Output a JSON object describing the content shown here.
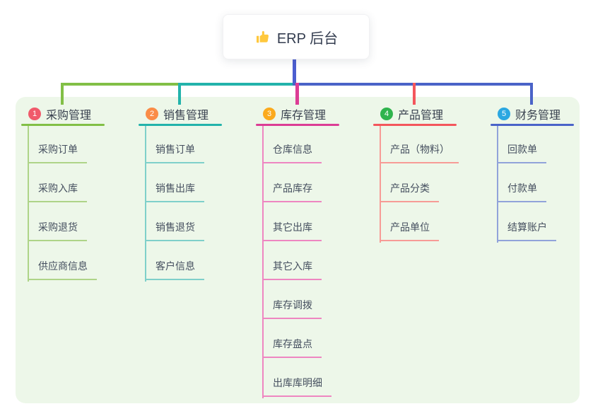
{
  "root": {
    "label": "ERP 后台",
    "icon": "thumbs-up-icon",
    "icon_color": "#ffc83d",
    "stem_color": "#4c5ed0"
  },
  "panel": {
    "background": "#edf7e9"
  },
  "connector": {
    "left_segment_note": "horizontal segments colored by nearest branch",
    "right_segment_color": "#4a63c8"
  },
  "branches": [
    {
      "index": "1",
      "label": "采购管理",
      "badge_color": "#f05a6b",
      "line_color": "#82bf46",
      "child_line_color": "#aed488",
      "children": [
        "采购订单",
        "采购入库",
        "采购退货",
        "供应商信息"
      ]
    },
    {
      "index": "2",
      "label": "销售管理",
      "badge_color": "#fa8c47",
      "line_color": "#23b3ab",
      "child_line_color": "#7fd0ca",
      "children": [
        "销售订单",
        "销售出库",
        "销售退货",
        "客户信息"
      ]
    },
    {
      "index": "3",
      "label": "库存管理",
      "badge_color": "#fbaa1d",
      "line_color": "#dc3d95",
      "child_line_color": "#ee86c1",
      "children": [
        "仓库信息",
        "产品库存",
        "其它出库",
        "其它入库",
        "库存调拨",
        "库存盘点",
        "出库库明细"
      ]
    },
    {
      "index": "4",
      "label": "产品管理",
      "badge_color": "#2fb44d",
      "line_color": "#f4565c",
      "child_line_color": "#f79b96",
      "children": [
        "产品（物料）",
        "产品分类",
        "产品单位"
      ]
    },
    {
      "index": "5",
      "label": "财务管理",
      "badge_color": "#2ba7e1",
      "line_color": "#4a63c8",
      "child_line_color": "#91a3da",
      "children": [
        "回款单",
        "付款单",
        "结算账户"
      ]
    }
  ]
}
